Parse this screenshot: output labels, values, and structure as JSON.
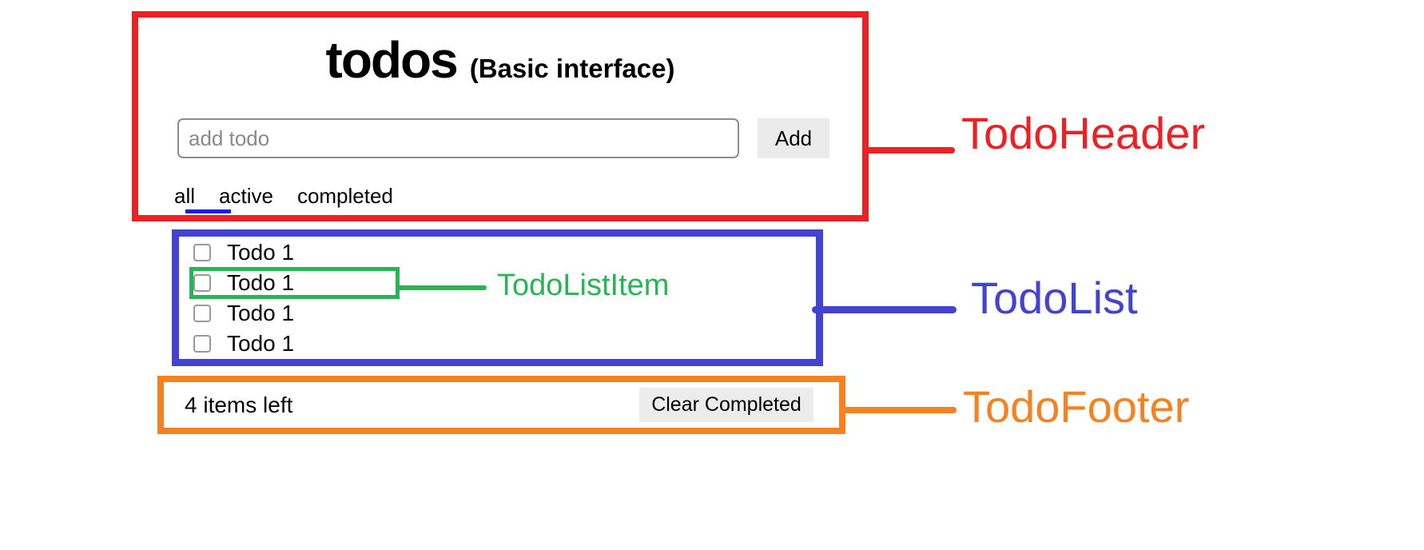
{
  "app": {
    "title": "todos",
    "subtitle": "(Basic interface)"
  },
  "header": {
    "todo_input": {
      "placeholder": "add todo",
      "value": ""
    },
    "add_button_label": "Add",
    "filters": [
      {
        "label": "all",
        "active": true
      },
      {
        "label": "active",
        "active": false
      },
      {
        "label": "completed",
        "active": false
      }
    ],
    "active_filter": "all"
  },
  "todo_list": {
    "items": [
      {
        "label": "Todo 1",
        "checked": false
      },
      {
        "label": "Todo 1",
        "checked": false
      },
      {
        "label": "Todo 1",
        "checked": false
      },
      {
        "label": "Todo 1",
        "checked": false
      }
    ]
  },
  "footer": {
    "items_left_text": "4 items left",
    "clear_completed_label": "Clear Completed"
  },
  "annotations": {
    "todo_header": {
      "label": "TodoHeader",
      "color": "#ed2024"
    },
    "todo_list": {
      "label": "TodoList",
      "color": "#4442d0"
    },
    "todo_list_item": {
      "label": "TodoListItem",
      "color": "#28b553"
    },
    "todo_footer": {
      "label": "TodoFooter",
      "color": "#f58220"
    },
    "active_filter_underline_color": "#1120ee"
  }
}
